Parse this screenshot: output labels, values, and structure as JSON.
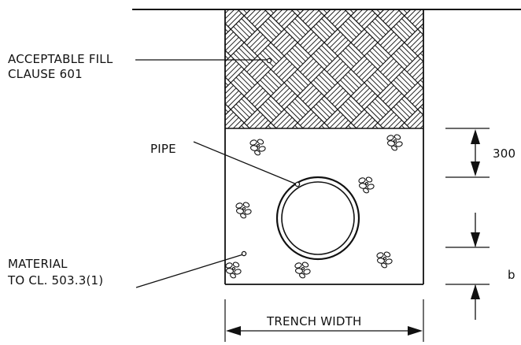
{
  "labels": {
    "fill": [
      "ACCEPTABLE FILL",
      "CLAUSE 601"
    ],
    "pipe": "PIPE",
    "material": [
      "MATERIAL",
      "TO CL. 503.3(1)"
    ],
    "dim_300": "300",
    "dim_b": "b",
    "trench_width": "TRENCH WIDTH"
  },
  "colors": {
    "line": "#111111",
    "background": "#ffffff"
  }
}
